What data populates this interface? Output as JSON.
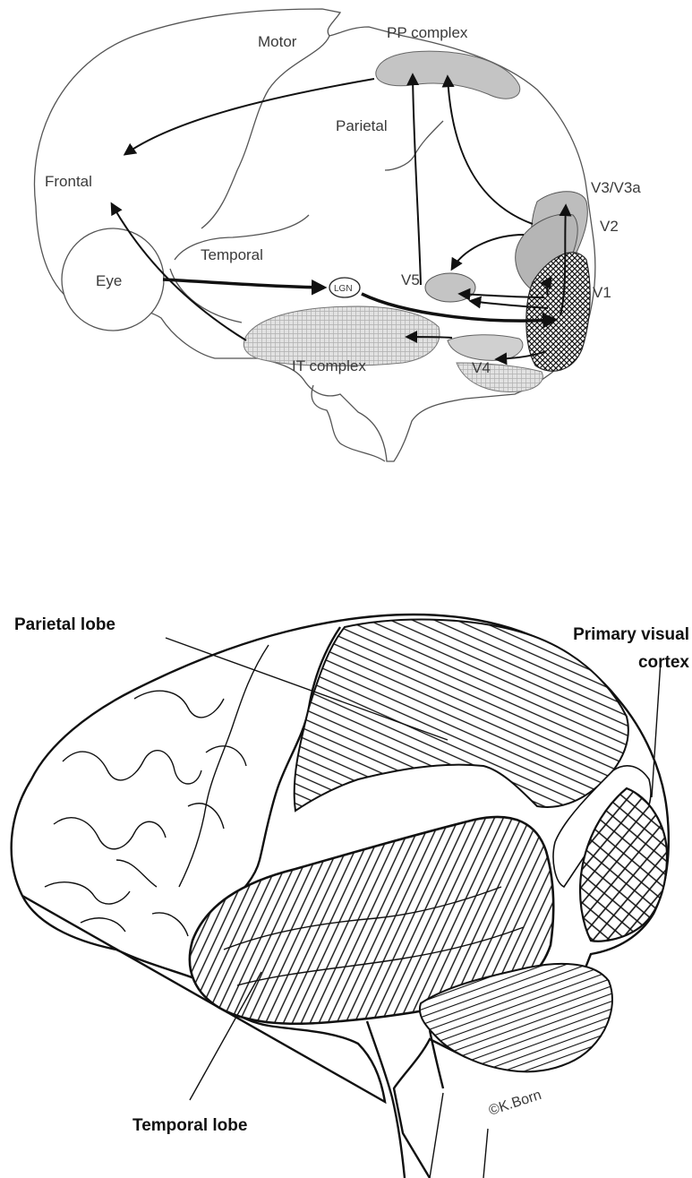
{
  "top_diagram": {
    "labels": {
      "motor": "Motor",
      "pp_complex": "PP complex",
      "parietal": "Parietal",
      "frontal": "Frontal",
      "temporal": "Temporal",
      "eye": "Eye",
      "lgn": "LGN",
      "it_complex": "IT complex",
      "v5": "V5",
      "v4": "V4",
      "v3": "V3/V3a",
      "v2": "V2",
      "v1": "V1"
    }
  },
  "bottom_diagram": {
    "labels": {
      "parietal_lobe": "Parietal lobe",
      "primary_visual_line1": "Primary visual",
      "primary_visual_line2": "cortex",
      "temporal_lobe": "Temporal lobe",
      "signature": "©K.Born"
    }
  }
}
